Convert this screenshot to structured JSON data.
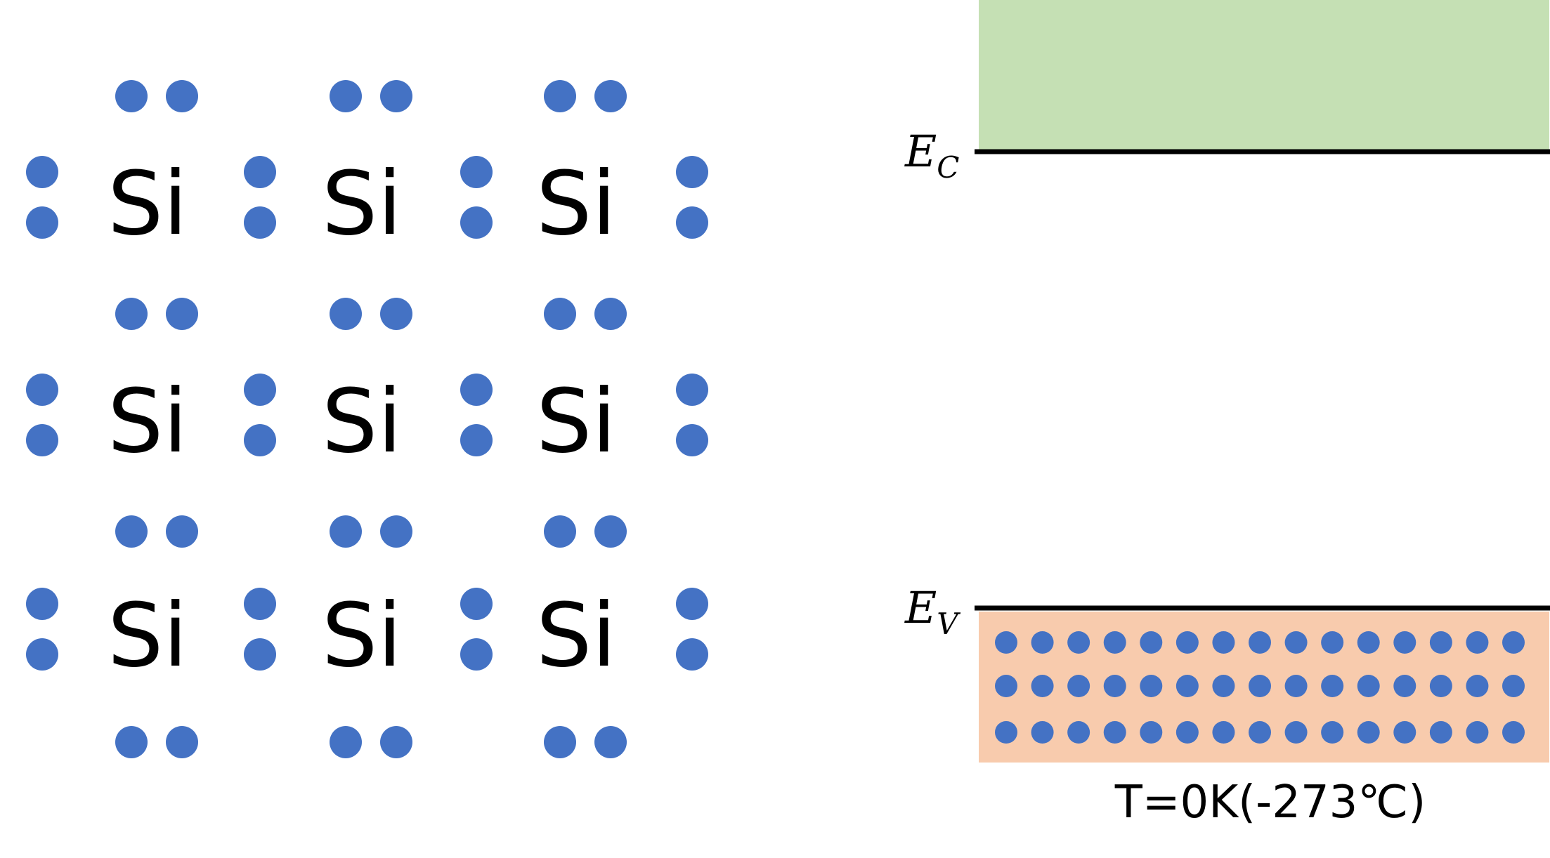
{
  "lattice": {
    "atom_symbol": "Si",
    "rows": 3,
    "columns": 3,
    "electrons_per_atom": 4
  },
  "band_diagram": {
    "conduction_label": "E",
    "conduction_subscript": "C",
    "valence_label": "E",
    "valence_subscript": "V",
    "valence_electron_rows": 3,
    "valence_electron_columns": 15,
    "conduction_electrons": 0,
    "temperature_label": "T=0K(-273℃)"
  },
  "colors": {
    "electron": "#4472C4",
    "conduction_band": "#C5E0B4",
    "valence_band": "#F8CBAD",
    "band_edge": "#000000",
    "text": "#000000",
    "background": "#FFFFFF"
  }
}
